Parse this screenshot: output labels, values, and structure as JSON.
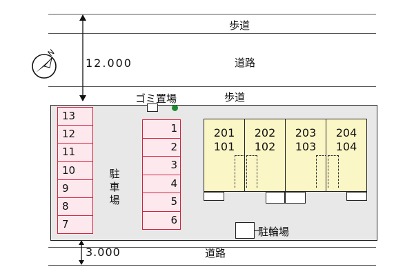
{
  "roads": {
    "top_sidewalk": "歩道",
    "top_road": "道路",
    "inner_sidewalk": "歩道",
    "bottom_road": "道路"
  },
  "dimensions": {
    "top_width": "12.000",
    "bottom_width": "3.000"
  },
  "facilities": {
    "garbage": "ゴミ置場",
    "bicycle": "駐輪場",
    "parking_label": "駐車場"
  },
  "parking_left": [
    "13",
    "12",
    "11",
    "10",
    "9",
    "8",
    "7"
  ],
  "parking_center": [
    "1",
    "2",
    "3",
    "4",
    "5",
    "6"
  ],
  "units": [
    {
      "upper": "201",
      "lower": "101"
    },
    {
      "upper": "202",
      "lower": "102"
    },
    {
      "upper": "203",
      "lower": "103"
    },
    {
      "upper": "204",
      "lower": "104"
    }
  ],
  "compass": {
    "label": "N"
  },
  "colors": {
    "stall_border": "#d0243c",
    "unit_fill": "#fbf6c6",
    "dot": "#1e8a2e"
  }
}
